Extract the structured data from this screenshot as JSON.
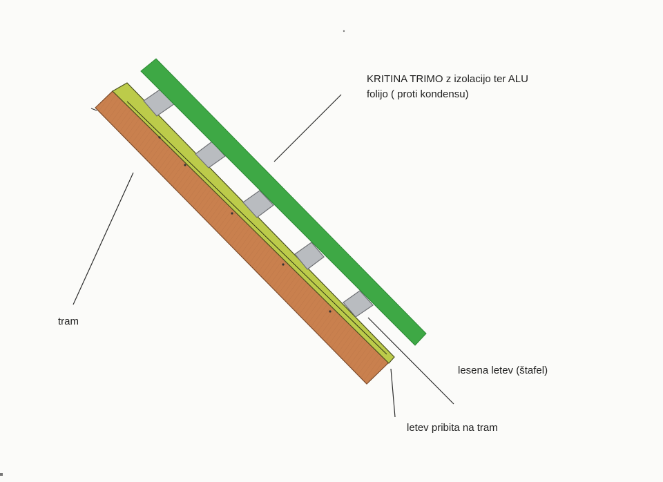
{
  "labels": {
    "kritina_line1": "KRITINA TRIMO z izolacijo ter ALU",
    "kritina_line2": "folijo ( proti kondensu)",
    "tram": "tram",
    "lesena_letev": "lesena letev (štafel)",
    "letev_pribita": "letev pribita na tram"
  },
  "colors": {
    "roof_panel": "#3ea845",
    "roof_panel_edge": "#2c8a34",
    "rafter": "#c9804e",
    "rafter_edge": "#7a4a2a",
    "counter_batten": "#bccb4a",
    "counter_batten_edge": "#4a5020",
    "batten": "#b9bcc0",
    "batten_edge": "#6e7074",
    "leader_line": "#2a2a2a"
  }
}
